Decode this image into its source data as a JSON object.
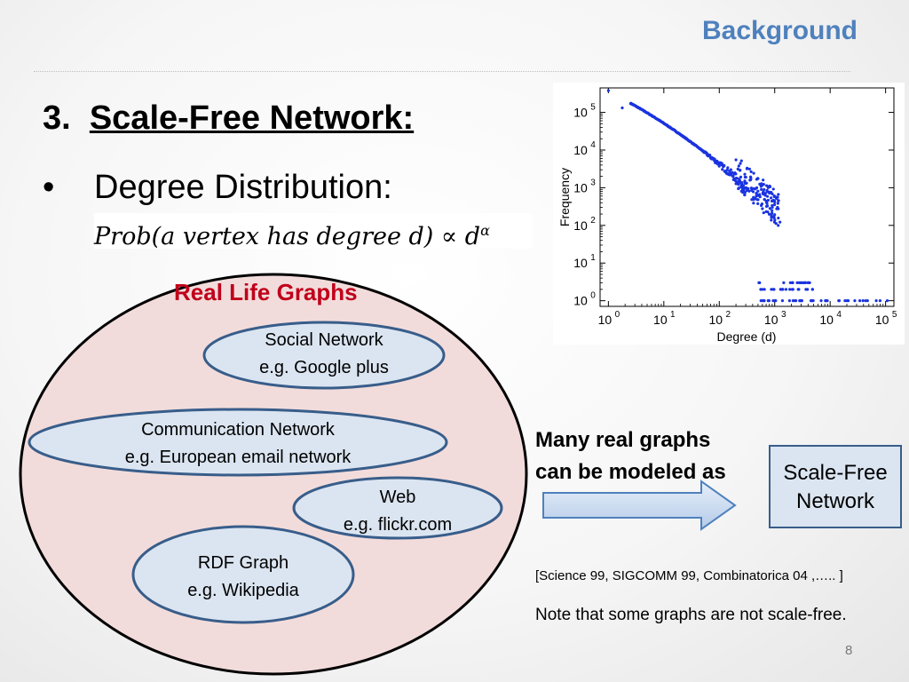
{
  "header": {
    "section_title": "Background"
  },
  "heading": {
    "number": "3.",
    "title": "Scale-Free Network:"
  },
  "bullet": {
    "marker": "•",
    "text": "Degree Distribution:"
  },
  "formula": {
    "text": "Prob(a vertex has degree d) ∝ d",
    "exponent": "α"
  },
  "plot": {
    "xlabel": "Degree (d)",
    "ylabel": "Frequency",
    "x_ticks": [
      {
        "base": "10",
        "exp": "0"
      },
      {
        "base": "10",
        "exp": "1"
      },
      {
        "base": "10",
        "exp": "2"
      },
      {
        "base": "10",
        "exp": "3"
      },
      {
        "base": "10",
        "exp": "4"
      },
      {
        "base": "10",
        "exp": "5"
      }
    ],
    "y_ticks": [
      {
        "base": "10",
        "exp": "0"
      },
      {
        "base": "10",
        "exp": "1"
      },
      {
        "base": "10",
        "exp": "2"
      },
      {
        "base": "10",
        "exp": "3"
      },
      {
        "base": "10",
        "exp": "4"
      },
      {
        "base": "10",
        "exp": "5"
      }
    ],
    "point_color": "#1a33e0",
    "log_scale": true
  },
  "diagram": {
    "group_title": "Real Life Graphs",
    "group_fill": "#f2dcdb",
    "node_fill": "#dbe5f1",
    "node_stroke": "#385d8a",
    "nodes": [
      {
        "line1": "Social Network",
        "line2": "e.g. Google plus"
      },
      {
        "line1": "Communication Network",
        "line2": "e.g. European email network"
      },
      {
        "line1": "Web",
        "line2": "e.g. flickr.com"
      },
      {
        "line1": "RDF  Graph",
        "line2": "e.g. Wikipedia"
      }
    ]
  },
  "conclusion": {
    "lead_line1": "Many real graphs",
    "lead_line2": "can be modeled as",
    "box_line1": "Scale-Free",
    "box_line2": "Network"
  },
  "references": "[Science 99,  SIGCOMM 99,  Combinatorica 04 ,….. ]",
  "note": "Note that some graphs are not scale-free.",
  "page_number": "8"
}
